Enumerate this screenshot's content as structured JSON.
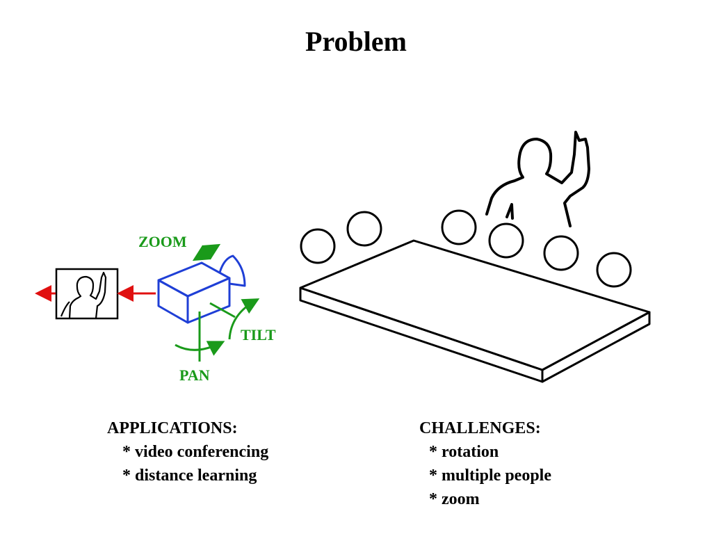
{
  "title": "Problem",
  "diagram": {
    "zoom_label": "ZOOM",
    "tilt_label": "TILT",
    "pan_label": "PAN"
  },
  "applications": {
    "heading": "APPLICATIONS:",
    "items": [
      "* video conferencing",
      "* distance learning"
    ]
  },
  "challenges": {
    "heading": "CHALLENGES:",
    "items": [
      "* rotation",
      "* multiple people",
      "* zoom"
    ]
  },
  "colors": {
    "camera": "#1f3fd6",
    "controls": "#1a9a1a",
    "signal_arrow": "#e01010"
  }
}
